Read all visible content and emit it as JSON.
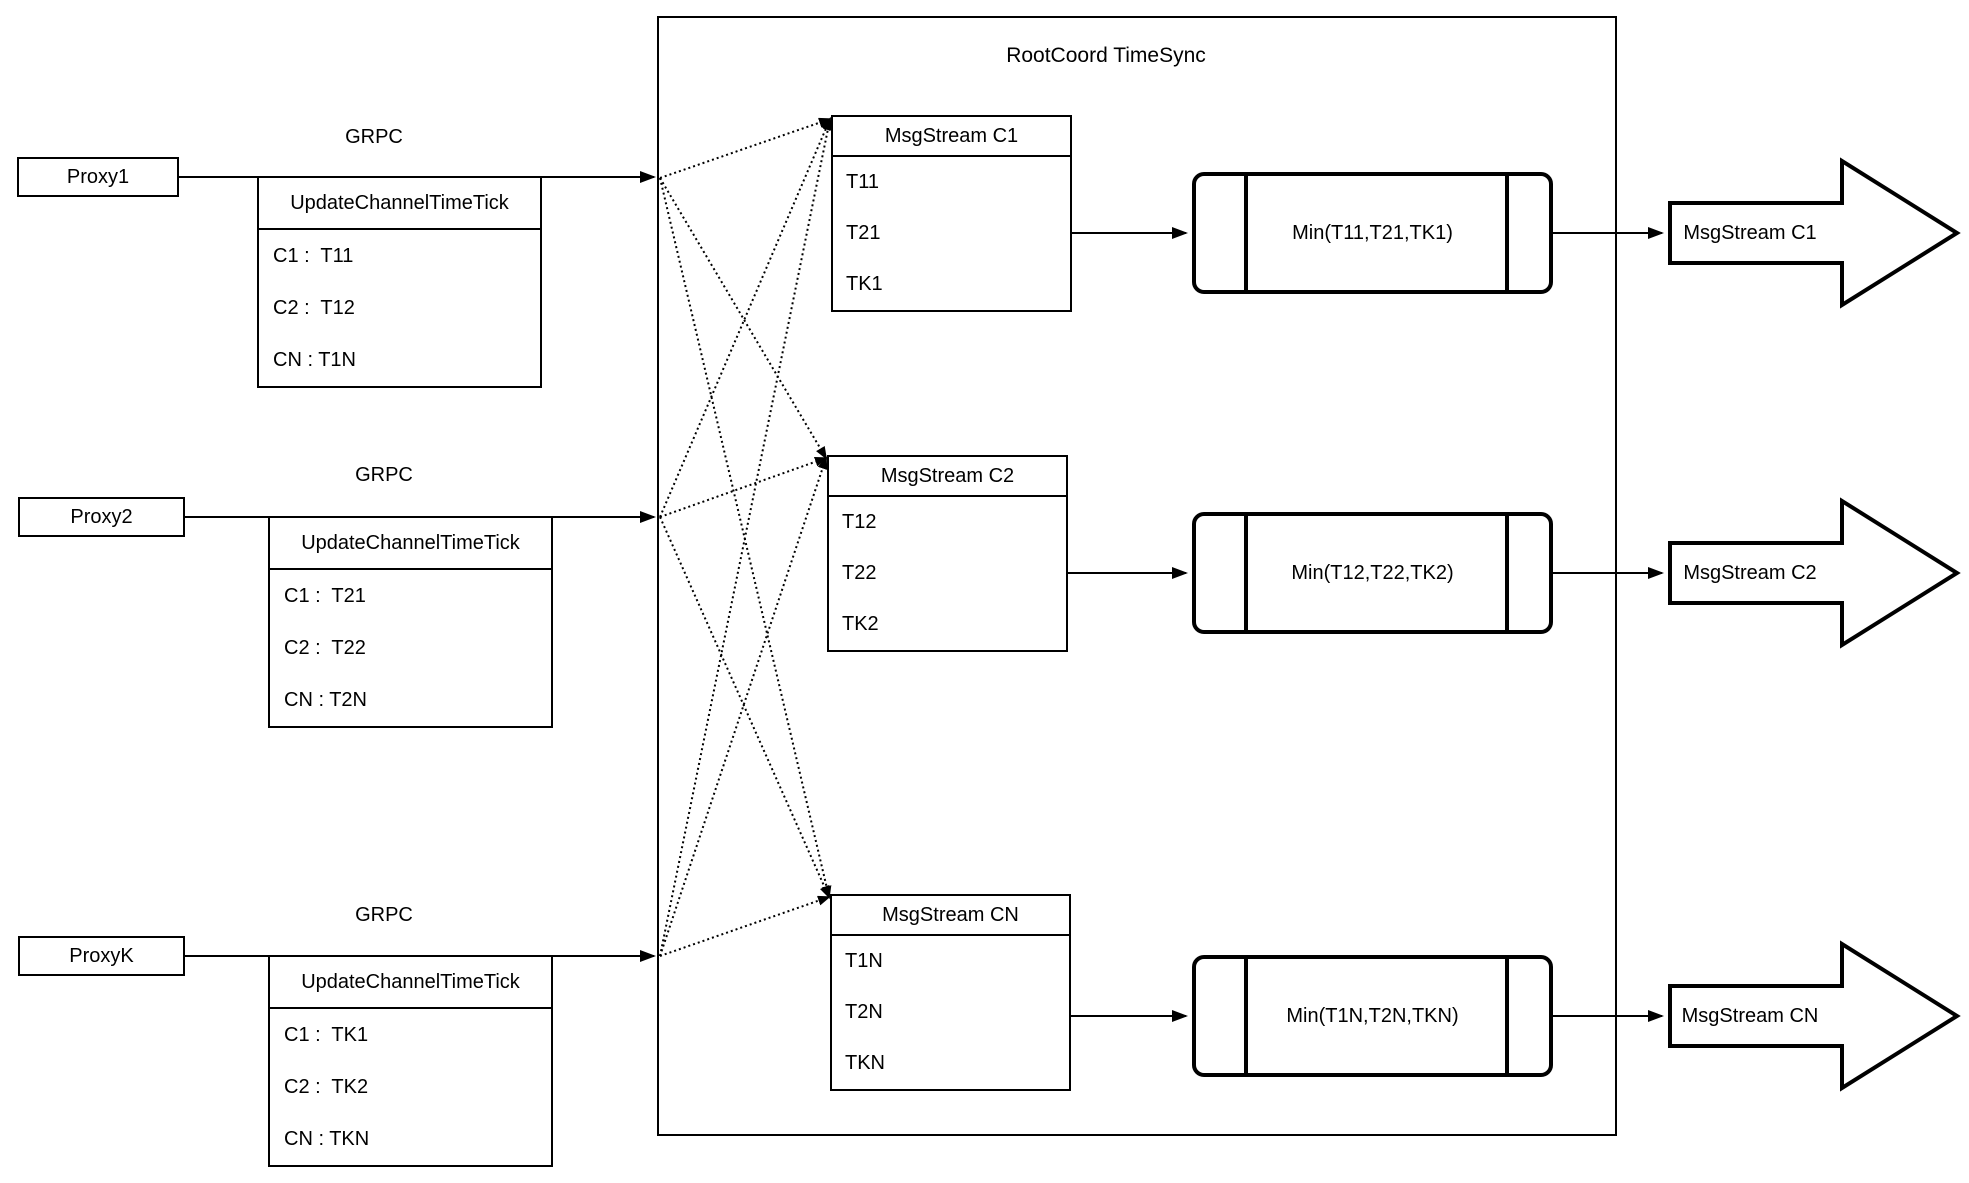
{
  "diagram": {
    "title": "RootCoord TimeSync",
    "grpc_label": "GRPC",
    "colors": {
      "stroke": "#000000",
      "background": "#ffffff"
    },
    "proxies": [
      {
        "name": "Proxy1",
        "table": {
          "header": "UpdateChannelTimeTick",
          "rows": [
            "C1 :  T11",
            "C2 :  T12",
            "CN : T1N"
          ]
        }
      },
      {
        "name": "Proxy2",
        "table": {
          "header": "UpdateChannelTimeTick",
          "rows": [
            "C1 :  T21",
            "C2 :  T22",
            "CN : T2N"
          ]
        }
      },
      {
        "name": "ProxyK",
        "table": {
          "header": "UpdateChannelTimeTick",
          "rows": [
            "C1 :  TK1",
            "C2 :  TK2",
            "CN : TKN"
          ]
        }
      }
    ],
    "streams": [
      {
        "header": "MsgStream C1",
        "rows": [
          "T11",
          "T21",
          "TK1"
        ],
        "min_label": "Min(T11,T21,TK1)",
        "out_label": "MsgStream C1"
      },
      {
        "header": "MsgStream C2",
        "rows": [
          "T12",
          "T22",
          "TK2"
        ],
        "min_label": "Min(T12,T22,TK2)",
        "out_label": "MsgStream C2"
      },
      {
        "header": "MsgStream CN",
        "rows": [
          "T1N",
          "T2N",
          "TKN"
        ],
        "min_label": "Min(T1N,T2N,TKN)",
        "out_label": "MsgStream CN"
      }
    ]
  }
}
